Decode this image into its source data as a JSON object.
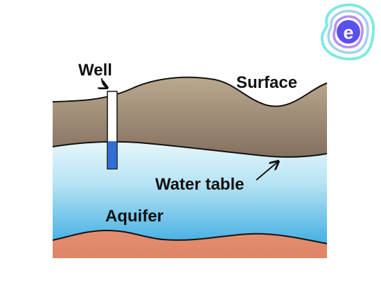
{
  "labels": {
    "well": "Well",
    "surface": "Surface",
    "water_table": "Water table",
    "aquifer": "Aquifer"
  },
  "logo": {
    "letter": "e",
    "icon": "logo-e-icon"
  },
  "colors": {
    "soil_top": "#b9a68c",
    "soil_bottom": "#857260",
    "water_top": "#e3f5fb",
    "water_bottom": "#2ea5df",
    "bedrock": "#e0896c",
    "well_water": "#2f6fd8",
    "logo_ring": "#7fe9e1",
    "logo_core": "#5a4ff0"
  }
}
